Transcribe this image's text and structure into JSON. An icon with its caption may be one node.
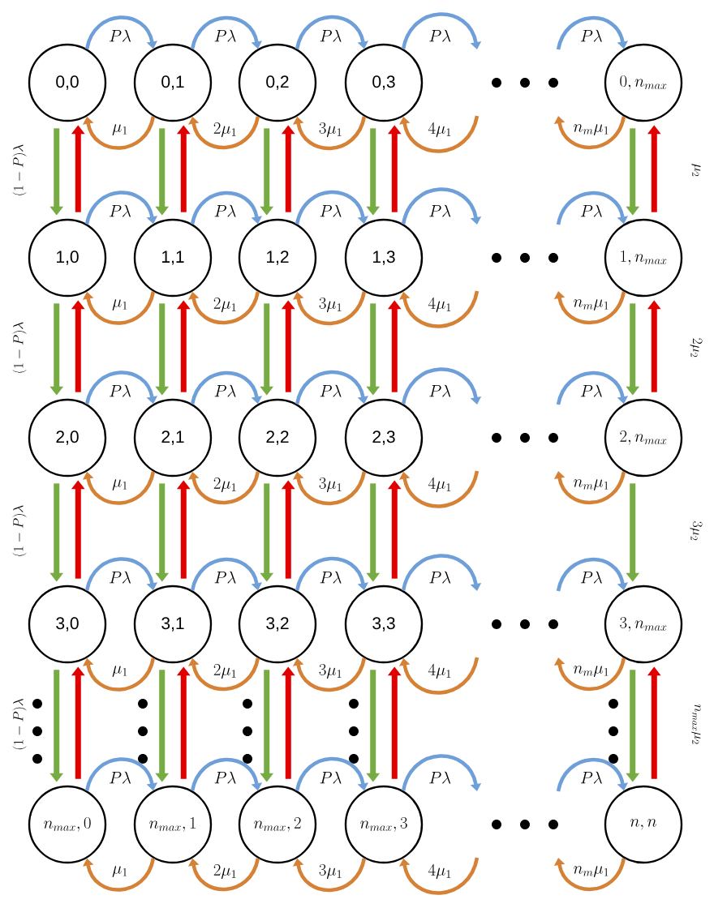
{
  "diagram": {
    "nodes": [
      {
        "text": [
          "0,0"
        ]
      },
      {
        "text": [
          "0,1"
        ]
      },
      {
        "text": [
          "0,2"
        ]
      },
      {
        "text": [
          "0,3"
        ]
      },
      {
        "text": [
          "0,n_{max}"
        ]
      },
      {
        "text": [
          "1,0"
        ]
      },
      {
        "text": [
          "1,1"
        ]
      },
      {
        "text": [
          "1,2"
        ]
      },
      {
        "text": [
          "1,3"
        ]
      },
      {
        "text": [
          "1,n_{max}"
        ]
      },
      {
        "text": [
          "2,0"
        ]
      },
      {
        "text": [
          "2,1"
        ]
      },
      {
        "text": [
          "2,2"
        ]
      },
      {
        "text": [
          "2,3"
        ]
      },
      {
        "text": [
          "2,n_{max}"
        ]
      },
      {
        "text": [
          "3,0"
        ]
      },
      {
        "text": [
          "3,1"
        ]
      },
      {
        "text": [
          "3,2"
        ]
      },
      {
        "text": [
          "3,3"
        ]
      },
      {
        "text": [
          "3,n_{max}"
        ]
      },
      {
        "text": [
          "n_{max},0"
        ]
      },
      {
        "text": [
          "n_{max},1"
        ]
      },
      {
        "text": [
          "n_{max},2"
        ]
      },
      {
        "text": [
          "n_{max},3"
        ]
      },
      {
        "text": [
          "n,n"
        ]
      }
    ],
    "edges": [
      {
        "from": 0,
        "to": 1,
        "arrow": "to",
        "label": "P\\lambda",
        "color": "#6f9fd8"
      },
      {
        "from": 1,
        "to": 2,
        "arrow": "to",
        "label": "P\\lambda",
        "color": "#6f9fd8"
      },
      {
        "from": 2,
        "to": 3,
        "arrow": "to",
        "label": "P\\lambda",
        "color": "#6f9fd8"
      },
      {
        "from": 3,
        "to": null,
        "arrow": "to",
        "label": "P\\lambda",
        "color": "#6f9fd8"
      },
      {
        "from": null,
        "to": 4,
        "arrow": "to",
        "label": "P\\lambda",
        "color": "#6f9fd8"
      },
      {
        "from": 1,
        "to": 0,
        "arrow": "to",
        "label": "\\mu_1",
        "color": "#d58136"
      },
      {
        "from": 2,
        "to": 1,
        "arrow": "to",
        "label": "2\\mu_1",
        "color": "#d58136"
      },
      {
        "from": 3,
        "to": 2,
        "arrow": "to",
        "label": "3\\mu_1",
        "color": "#d58136"
      },
      {
        "from": null,
        "to": 3,
        "arrow": "to",
        "label": "4\\mu_1",
        "color": "#d58136"
      },
      {
        "from": 4,
        "to": null,
        "arrow": "to",
        "label": "n_m\\mu_1",
        "color": "#d58136"
      },
      {
        "from": 0,
        "to": 5,
        "arrow": "to",
        "color": "#77ab43"
      },
      {
        "from": 5,
        "to": 0,
        "arrow": "to",
        "color": "#e00000"
      },
      {
        "from": 1,
        "to": 6,
        "arrow": "to",
        "color": "#77ab43"
      },
      {
        "from": 6,
        "to": 1,
        "arrow": "to",
        "color": "#e00000"
      },
      {
        "from": 2,
        "to": 7,
        "arrow": "to",
        "color": "#77ab43"
      },
      {
        "from": 7,
        "to": 2,
        "arrow": "to",
        "color": "#e00000"
      },
      {
        "from": 3,
        "to": 8,
        "arrow": "to",
        "color": "#77ab43"
      },
      {
        "from": 8,
        "to": 3,
        "arrow": "to",
        "color": "#e00000"
      },
      {
        "from": 4,
        "to": 9,
        "arrow": "to",
        "color": "#77ab43"
      },
      {
        "from": 9,
        "to": 4,
        "arrow": "to",
        "color": "#e00000"
      },
      {
        "from": 5,
        "to": 6,
        "arrow": "to",
        "label": "P\\lambda",
        "color": "#6f9fd8"
      },
      {
        "from": 6,
        "to": 7,
        "arrow": "to",
        "label": "P\\lambda",
        "color": "#6f9fd8"
      },
      {
        "from": 7,
        "to": 8,
        "arrow": "to",
        "label": "P\\lambda",
        "color": "#6f9fd8"
      },
      {
        "from": 8,
        "to": null,
        "arrow": "to",
        "label": "P\\lambda",
        "color": "#6f9fd8"
      },
      {
        "from": null,
        "to": 9,
        "arrow": "to",
        "label": "P\\lambda",
        "color": "#6f9fd8"
      },
      {
        "from": 6,
        "to": 5,
        "arrow": "to",
        "label": "\\mu_1",
        "color": "#d58136"
      },
      {
        "from": 7,
        "to": 6,
        "arrow": "to",
        "label": "2\\mu_1",
        "color": "#d58136"
      },
      {
        "from": 8,
        "to": 7,
        "arrow": "to",
        "label": "3\\mu_1",
        "color": "#d58136"
      },
      {
        "from": null,
        "to": 8,
        "arrow": "to",
        "label": "4\\mu_1",
        "color": "#d58136"
      },
      {
        "from": 9,
        "to": null,
        "arrow": "to",
        "label": "n_m\\mu_1",
        "color": "#d58136"
      },
      {
        "from": 5,
        "to": 10,
        "arrow": "to",
        "color": "#77ab43"
      },
      {
        "from": 10,
        "to": 5,
        "arrow": "to",
        "color": "#e00000"
      },
      {
        "from": 6,
        "to": 11,
        "arrow": "to",
        "color": "#77ab43"
      },
      {
        "from": 11,
        "to": 6,
        "arrow": "to",
        "color": "#e00000"
      },
      {
        "from": 7,
        "to": 12,
        "arrow": "to",
        "color": "#77ab43"
      },
      {
        "from": 12,
        "to": 7,
        "arrow": "to",
        "color": "#e00000"
      },
      {
        "from": 8,
        "to": 13,
        "arrow": "to",
        "color": "#77ab43"
      },
      {
        "from": 13,
        "to": 8,
        "arrow": "to",
        "color": "#e00000"
      },
      {
        "from": 9,
        "to": 14,
        "arrow": "to",
        "color": "#77ab43"
      },
      {
        "from": 14,
        "to": 9,
        "arrow": "to",
        "color": "#e00000"
      },
      {
        "from": 10,
        "to": 11,
        "arrow": "to",
        "label": "P\\lambda",
        "color": "#6f9fd8"
      },
      {
        "from": 11,
        "to": 12,
        "arrow": "to",
        "label": "P\\lambda",
        "color": "#6f9fd8"
      },
      {
        "from": 12,
        "to": 13,
        "arrow": "to",
        "label": "P\\lambda",
        "color": "#6f9fd8"
      },
      {
        "from": 13,
        "to": null,
        "arrow": "to",
        "label": "P\\lambda",
        "color": "#6f9fd8"
      },
      {
        "from": null,
        "to": 14,
        "arrow": "to",
        "label": "P\\lambda",
        "color": "#6f9fd8"
      },
      {
        "from": 11,
        "to": 10,
        "arrow": "to",
        "label": "\\mu_1",
        "color": "#d58136"
      },
      {
        "from": 12,
        "to": 11,
        "arrow": "to",
        "label": "2\\mu_1",
        "color": "#d58136"
      },
      {
        "from": 13,
        "to": 12,
        "arrow": "to",
        "label": "3\\mu_1",
        "color": "#d58136"
      },
      {
        "from": null,
        "to": 13,
        "arrow": "to",
        "label": "4\\mu_1",
        "color": "#d58136"
      },
      {
        "from": 14,
        "to": null,
        "arrow": "to",
        "label": "n_m\\mu_1",
        "color": "#d58136"
      },
      {
        "from": 10,
        "to": 15,
        "arrow": "to",
        "color": "#77ab43"
      },
      {
        "from": 15,
        "to": 10,
        "arrow": "to",
        "color": "#e00000"
      },
      {
        "from": 11,
        "to": 16,
        "arrow": "to",
        "color": "#77ab43"
      },
      {
        "from": 16,
        "to": 11,
        "arrow": "to",
        "color": "#e00000"
      },
      {
        "from": 12,
        "to": 17,
        "arrow": "to",
        "color": "#77ab43"
      },
      {
        "from": 17,
        "to": 12,
        "arrow": "to",
        "color": "#e00000"
      },
      {
        "from": 13,
        "to": 18,
        "arrow": "to",
        "color": "#77ab43"
      },
      {
        "from": 18,
        "to": 13,
        "arrow": "to",
        "color": "#e00000"
      },
      {
        "from": 14,
        "to": 19,
        "arrow": "to",
        "color": "#77ab43"
      },
      {
        "from": 15,
        "to": 16,
        "arrow": "to",
        "label": "P\\lambda",
        "color": "#6f9fd8"
      },
      {
        "from": 16,
        "to": 17,
        "arrow": "to",
        "label": "P\\lambda",
        "color": "#6f9fd8"
      },
      {
        "from": 17,
        "to": 18,
        "arrow": "to",
        "label": "P\\lambda",
        "color": "#6f9fd8"
      },
      {
        "from": 18,
        "to": null,
        "arrow": "to",
        "label": "P\\lambda",
        "color": "#6f9fd8"
      },
      {
        "from": null,
        "to": 19,
        "arrow": "to",
        "label": "P\\lambda",
        "color": "#6f9fd8"
      },
      {
        "from": 16,
        "to": 15,
        "arrow": "to",
        "label": "\\mu_1",
        "color": "#d58136"
      },
      {
        "from": 17,
        "to": 16,
        "arrow": "to",
        "label": "2\\mu_1",
        "color": "#d58136"
      },
      {
        "from": 18,
        "to": 17,
        "arrow": "to",
        "label": "3\\mu_1",
        "color": "#d58136"
      },
      {
        "from": null,
        "to": 18,
        "arrow": "to",
        "label": "4\\mu_1",
        "color": "#d58136"
      },
      {
        "from": 19,
        "to": null,
        "arrow": "to",
        "label": "n_m\\mu_1",
        "color": "#d58136"
      },
      {
        "from": 15,
        "to": 20,
        "arrow": "to",
        "color": "#77ab43"
      },
      {
        "from": 20,
        "to": 15,
        "arrow": "to",
        "color": "#e00000"
      },
      {
        "from": 16,
        "to": 21,
        "arrow": "to",
        "color": "#77ab43"
      },
      {
        "from": 21,
        "to": 16,
        "arrow": "to",
        "color": "#e00000"
      },
      {
        "from": 17,
        "to": 22,
        "arrow": "to",
        "color": "#77ab43"
      },
      {
        "from": 22,
        "to": 17,
        "arrow": "to",
        "color": "#e00000"
      },
      {
        "from": 18,
        "to": 23,
        "arrow": "to",
        "color": "#77ab43"
      },
      {
        "from": 23,
        "to": 18,
        "arrow": "to",
        "color": "#e00000"
      },
      {
        "from": 19,
        "to": 24,
        "arrow": "to",
        "color": "#77ab43"
      },
      {
        "from": 24,
        "to": 19,
        "arrow": "to",
        "color": "#e00000"
      },
      {
        "from": 20,
        "to": 21,
        "arrow": "to",
        "label": "P\\lambda",
        "color": "#6f9fd8"
      },
      {
        "from": 21,
        "to": 22,
        "arrow": "to",
        "label": "P\\lambda",
        "color": "#6f9fd8"
      },
      {
        "from": 22,
        "to": 23,
        "arrow": "to",
        "label": "P\\lambda",
        "color": "#6f9fd8"
      },
      {
        "from": 23,
        "to": null,
        "arrow": "to",
        "label": "P\\lambda",
        "color": "#6f9fd8"
      },
      {
        "from": null,
        "to": 24,
        "arrow": "to",
        "label": "P\\lambda",
        "color": "#6f9fd8"
      },
      {
        "from": 21,
        "to": 20,
        "arrow": "to",
        "label": "\\mu_1",
        "color": "#d58136"
      },
      {
        "from": 22,
        "to": 21,
        "arrow": "to",
        "label": "2\\mu_1",
        "color": "#d58136"
      },
      {
        "from": 23,
        "to": 22,
        "arrow": "to",
        "label": "3\\mu_1",
        "color": "#d58136"
      },
      {
        "from": null,
        "to": 23,
        "arrow": "to",
        "label": "4\\mu_1",
        "color": "#d58136"
      },
      {
        "from": 24,
        "to": null,
        "arrow": "to",
        "label": "n_m\\mu_1",
        "color": "#d58136"
      }
    ],
    "labels": [
      "(1-P)\\lambda",
      "\\mu_2",
      "(1-P)\\lambda",
      "2\\mu_2",
      "(1-P)\\lambda",
      "3\\mu_2",
      "(1-P)\\lambda",
      "n_{max}\\mu_2"
    ]
  }
}
